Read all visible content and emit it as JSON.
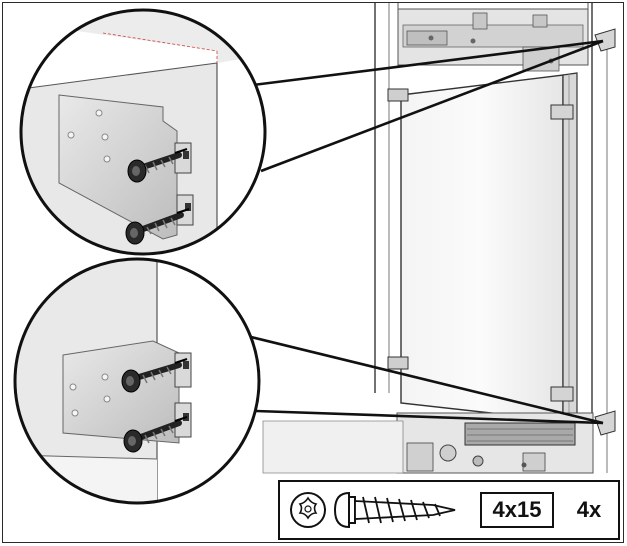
{
  "figure": {
    "kind": "installation-illustration",
    "icons": {
      "torx": "torx-drive-icon",
      "screw": "wood-screw-icon"
    }
  },
  "legend": {
    "screw_size": "4x15",
    "quantity": "4x"
  }
}
